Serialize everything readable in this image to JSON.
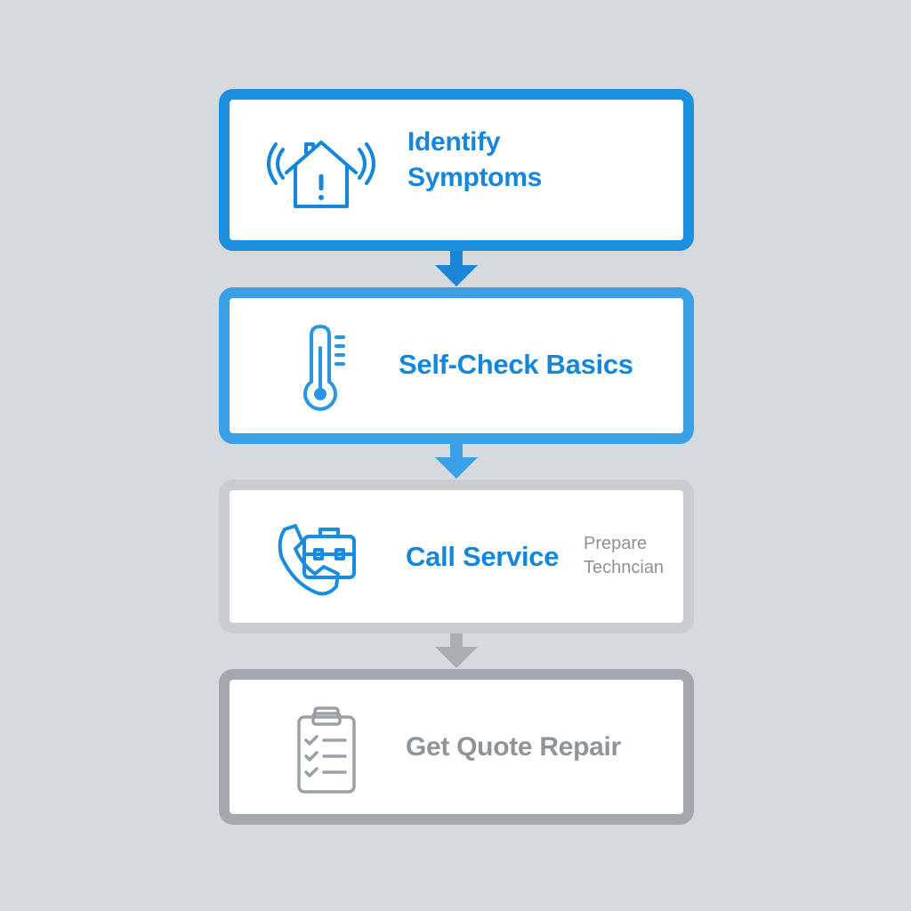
{
  "steps": [
    {
      "label": "Identify Symptoms",
      "icon": "house-alert-icon",
      "color": "#1487dc",
      "border_color": "#1c8fdf"
    },
    {
      "label": "Self-Check Basics",
      "icon": "thermometer-icon",
      "color": "#1487dc",
      "border_color": "#3aa0e6"
    },
    {
      "label": "Call Service",
      "note": "Prepare Techncian",
      "icon": "phone-toolbox-icon",
      "color": "#1487dc",
      "note_color": "#8b9298",
      "border_color": "#c9cdd2"
    },
    {
      "label": "Get Quote Repair",
      "icon": "checklist-clipboard-icon",
      "color": "#8e949a",
      "border_color": "#a3a8ae"
    }
  ],
  "connectors": [
    {
      "color": "#1a84d6",
      "icon": "arrow-down-icon"
    },
    {
      "color": "#3aa0e6",
      "icon": "arrow-down-icon"
    },
    {
      "color": "#a9aeb3",
      "icon": "arrow-down-icon"
    }
  ],
  "background_color": "#d6dadf"
}
